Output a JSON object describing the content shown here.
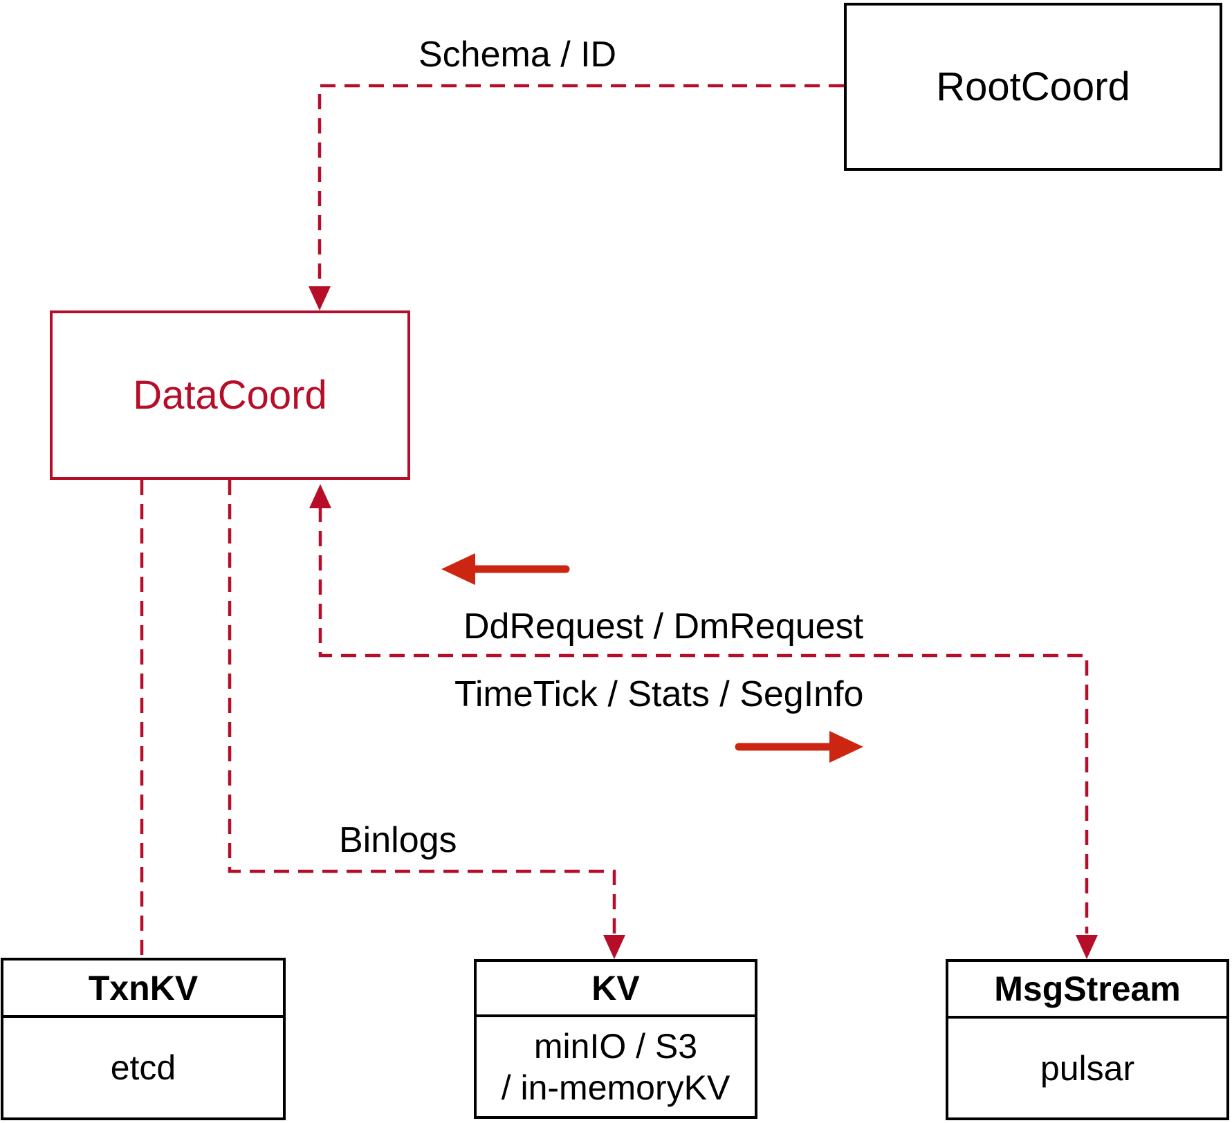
{
  "diagram": {
    "nodes": {
      "rootcoord": {
        "label": "RootCoord"
      },
      "datacoord": {
        "label": "DataCoord"
      },
      "txnkv": {
        "header": "TxnKV",
        "body": "etcd"
      },
      "kv": {
        "header": "KV",
        "body_line1": "minIO / S3",
        "body_line2": "/ in-memoryKV"
      },
      "msgstream": {
        "header": "MsgStream",
        "body": "pulsar"
      }
    },
    "edges": {
      "schema_id": {
        "label": "Schema / ID"
      },
      "dd_dm": {
        "label": "DdRequest / DmRequest"
      },
      "timetick": {
        "label": "TimeTick / Stats / SegInfo"
      },
      "binlogs": {
        "label": "Binlogs"
      }
    },
    "colors": {
      "dashed_line_red": "#b60d28",
      "solid_arrow_red": "#cc2511",
      "box_border_black": "#000000"
    }
  }
}
